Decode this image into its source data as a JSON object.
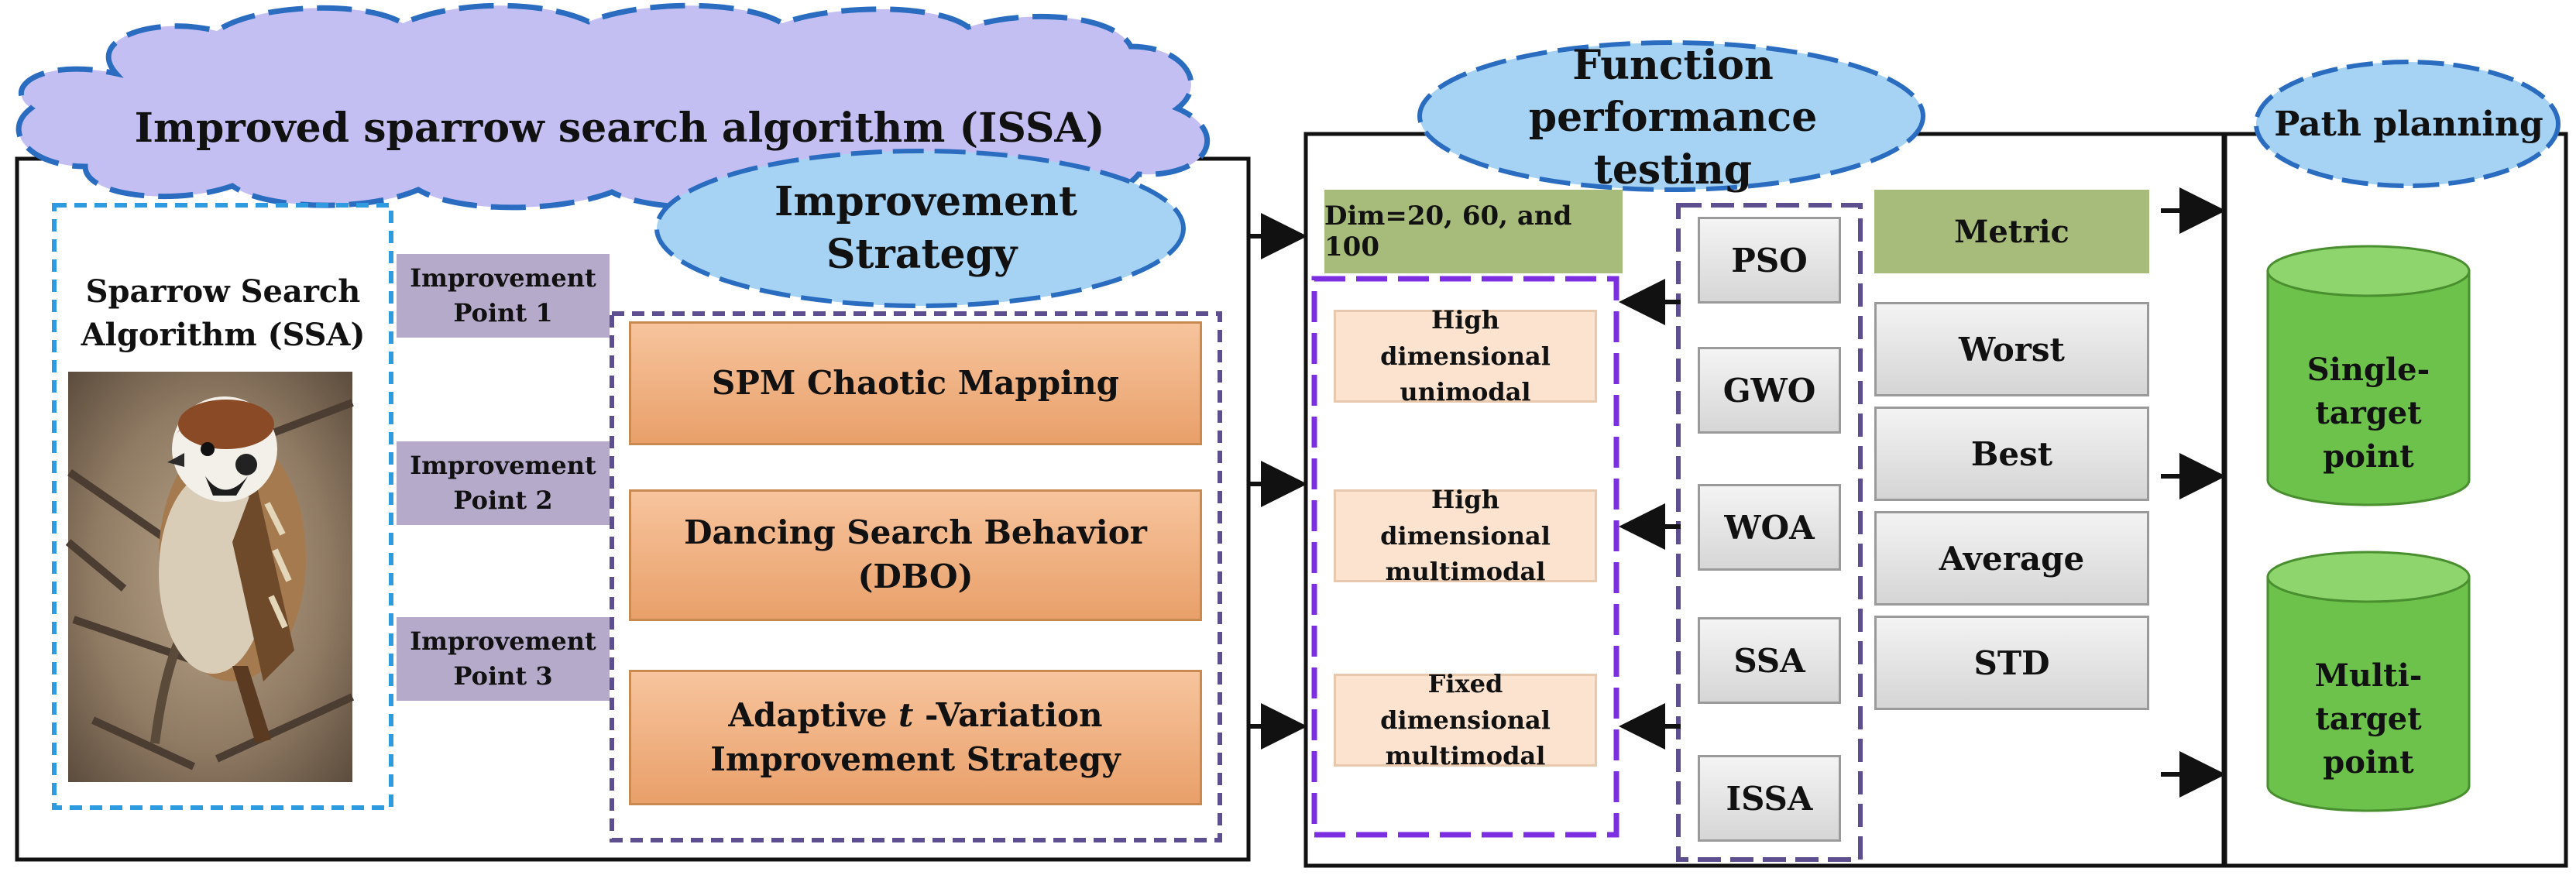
{
  "colors": {
    "cloud_fill": "#c4bff2",
    "cloud_stroke": "#2a6cc0",
    "ellipse_fill": "#a6d2f3",
    "orange_box": "#f0b080",
    "lavender_label": "#b6aacb",
    "olive_header": "#a7bb7a",
    "cylinder_green": "#6cc24a",
    "dashed_blue": "#2e9be0",
    "dashed_purple": "#5d4f8f",
    "dashed_violet": "#7b2fe0"
  },
  "issa": {
    "title": "Improved sparrow search algorithm (ISSA)",
    "strategy_title": "Improvement Strategy",
    "ssa_label": "Sparrow Search Algorithm (SSA)",
    "points": [
      "Improvement Point 1",
      "Improvement Point 2",
      "Improvement Point 3"
    ],
    "strategies": {
      "s1": "SPM Chaotic Mapping",
      "s2": "Dancing Search Behavior (DBO)",
      "s3_pre": "Adaptive ",
      "s3_t": "t",
      "s3_post": " -Variation",
      "s3_line2": "Improvement Strategy"
    }
  },
  "testing": {
    "title": "Function performance testing",
    "dim_label": "Dim=20, 60, and 100",
    "functions": [
      "High dimensional unimodal",
      "High dimensional multimodal",
      "Fixed dimensional multimodal"
    ],
    "algorithms": [
      "PSO",
      "GWO",
      "WOA",
      "SSA",
      "ISSA"
    ],
    "metric_header": "Metric",
    "metrics": [
      "Worst",
      "Best",
      "Average",
      "STD"
    ]
  },
  "path": {
    "title": "Path planning",
    "targets": [
      "Single-target point",
      "Multi-target point"
    ]
  }
}
